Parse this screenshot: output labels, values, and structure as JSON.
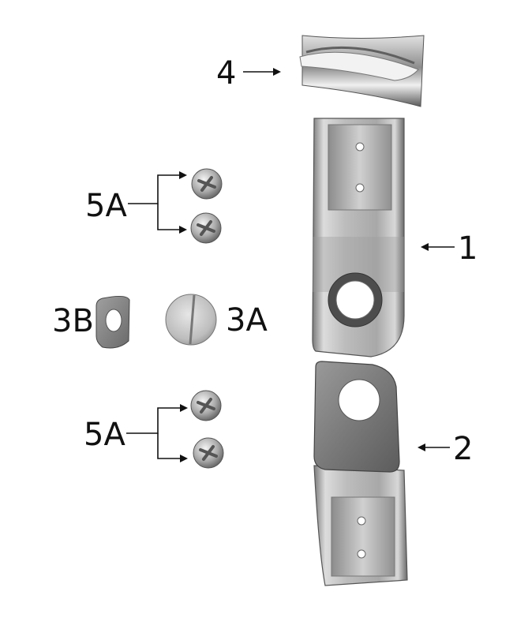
{
  "labels": {
    "part1": "1",
    "part2": "2",
    "part3a": "3A",
    "part3b": "3B",
    "part4": "4",
    "part5a_top": "5A",
    "part5a_bottom": "5A"
  },
  "colors": {
    "metal_light": "#e6e6e6",
    "metal_mid": "#b4b4b4",
    "metal_dark": "#6f6f6f",
    "rubber": "#4a4a4a",
    "ink": "#111111"
  }
}
